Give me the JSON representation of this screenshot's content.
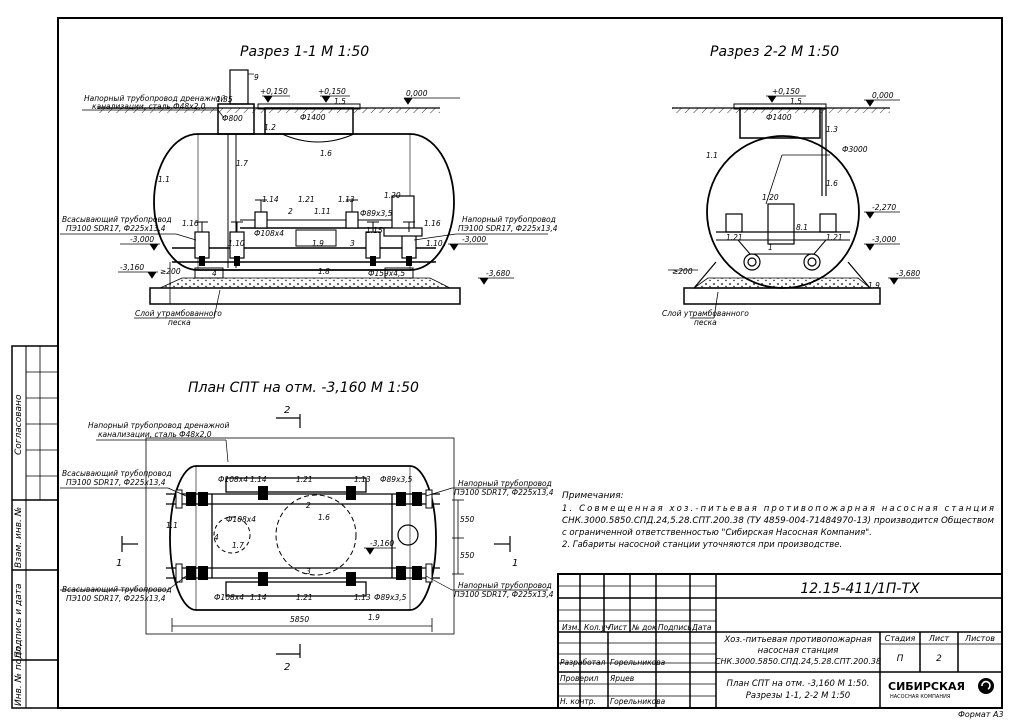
{
  "views": {
    "section_1": {
      "title": "Разрез 1-1 М 1:50",
      "callout_drain": [
        "Напорный трубопровод дренажной",
        "канализации, сталь Ф48х2,0"
      ],
      "callout_suction": [
        "Всасывающий трубопровод",
        "ПЭ100 SDR17, Ф225х13,4"
      ],
      "callout_discharge": [
        "Напорный трубопровод",
        "ПЭ100 SDR17, Ф225х13,4"
      ],
      "callout_sand": [
        "Слой утрамбованного",
        "песка"
      ],
      "marks": {
        "lvl_ground": "0,000",
        "lvl_top1": "+0,150",
        "lvl_top2": "+0,150",
        "lvl_m3000_l": "-3,000",
        "lvl_m3000_r": "-3,000",
        "lvl_m3160": "-3,160",
        "lvl_m3680": "-3,680",
        "d1400": "Ф1400",
        "d800": "Ф800",
        "d108": "Ф108х4",
        "d89": "Ф89х3,5",
        "d159": "Ф159х4,5",
        "h200": "≥200",
        "p9": "9",
        "p135": "1.35",
        "p12": "1.2",
        "p15": "1.5",
        "p16": "1.6",
        "p17": "1.7",
        "p11": "1.1",
        "p114": "1.14",
        "p121": "1.21",
        "p2": "2",
        "p111": "1.11",
        "p113": "1.13",
        "p120": "1.20",
        "p116l": "1.16",
        "p116r": "1.16",
        "p19": "1.9",
        "p18": "1.8",
        "p115": "1.15",
        "p110": "1.10",
        "p3": "3",
        "p4": "4",
        "p110b": "1.10"
      }
    },
    "section_2": {
      "title": "Разрез 2-2 М 1:50",
      "callout_sand": [
        "Слой утрамбованного",
        "песка"
      ],
      "marks": {
        "lvl_ground": "0,000",
        "lvl_top": "+0,150",
        "lvl_m2270": "-2,270",
        "lvl_m3000": "-3,000",
        "lvl_m3680": "-3,680",
        "d1400": "Ф1400",
        "d3000": "Ф3000",
        "h200": "≥200",
        "p15": "1.5",
        "p13": "1.3",
        "p11": "1.1",
        "p16": "1.6",
        "p120": "1.20",
        "p121a": "1.21",
        "p121b": "1.21",
        "p81": "8.1",
        "p19": "1.9",
        "p1": "1"
      }
    },
    "plan": {
      "title": "План СПТ на отм. -3,160 М 1:50",
      "callout_drain": [
        "Напорный трубопровод дренажной",
        "канализации, сталь Ф48х2,0"
      ],
      "callout_suction_top": [
        "Всасывающий трубопровод",
        "ПЭ100 SDR17, Ф225х13,4"
      ],
      "callout_suction_bot": [
        "Всасывающий трубопровод",
        "ПЭ100 SDR17, Ф225х13,4"
      ],
      "callout_discharge_top": [
        "Напорный трубопровод",
        "ПЭ100 SDR17, Ф225х13,4"
      ],
      "callout_discharge_bot": [
        "Напорный трубопровод",
        "ПЭ100 SDR17, Ф225х13,4"
      ],
      "section_marks": {
        "top": "2",
        "bottom": "2",
        "left": "1",
        "right": "1"
      },
      "marks": {
        "dim_length": "5850",
        "dim_550a": "550",
        "dim_550b": "550",
        "lvl_m3160": "-3,160",
        "d108a": "Ф108х4",
        "d108b": "Ф108х4",
        "d108c": "Ф108х4",
        "d89a": "Ф89х3,5",
        "d89b": "Ф89х3,5",
        "p114a": "1.14",
        "p114b": "1.14",
        "p121a": "1.21",
        "p121b": "1.21",
        "p113a": "1.13",
        "p113b": "1.13",
        "p19": "1.9",
        "p17": "1.7",
        "p11": "1.1",
        "p16": "1.6",
        "p2": "2",
        "p3": "3",
        "p4": "4"
      }
    }
  },
  "notes": {
    "heading": "Примечания:",
    "lines": [
      "1. Совмещенная хоз.-питьевая противопожарная насосная станция",
      "СНК.3000.5850.СПД.24,5.28.СПТ.200.38 (ТУ 4859-004-71484970-13) производится Обществом",
      "с ограниченной ответственностью \"Сибирская Насосная Компания\".",
      "2. Габариты насосной станции уточняются при производстве."
    ]
  },
  "side_stamp": {
    "agreed": "Согласовано",
    "replace_inv": "Взам. инв. №",
    "sign_date": "Подпись и дата",
    "inv_orig": "Инв. № подл."
  },
  "title_block": {
    "code": "12.15-411/1П-ТХ",
    "col_headers": [
      "Изм.",
      "Кол.уч",
      "Лист",
      "№ док",
      "Подпись",
      "Дата"
    ],
    "rows": [
      {
        "role": "Разработал",
        "name": "Горельникова"
      },
      {
        "role": "Проверил",
        "name": "Ярцев"
      },
      {
        "role": "",
        "name": ""
      },
      {
        "role": "Н. контр.",
        "name": "Горельникова"
      }
    ],
    "project_title": [
      "Хоз.-питьевая противопожарная",
      "насосная станция",
      "СНК.3000.5850.СПД.24,5.28.СПТ.200.38"
    ],
    "stage_label": "Стадия",
    "sheet_label": "Лист",
    "sheets_label": "Листов",
    "stage": "П",
    "sheet": "2",
    "sheets": "",
    "drawing_title": [
      "План СПТ на отм. -3,160 М 1:50.",
      "Разрезы 1-1, 2-2 М 1:50"
    ],
    "company": "СИБИРСКАЯ",
    "company_sub": "НАСОСНАЯ КОМПАНИЯ",
    "format": "Формат А3"
  }
}
